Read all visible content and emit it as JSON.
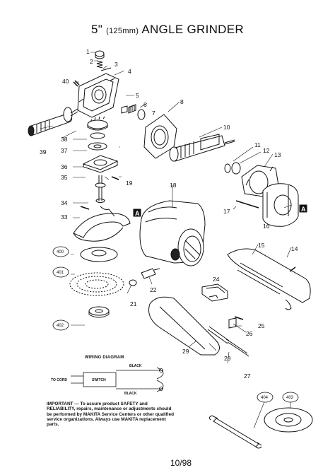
{
  "title": {
    "size": "5\"",
    "metric": "(125mm)",
    "name": "ANGLE GRINDER"
  },
  "callouts": [
    "1",
    "2",
    "3",
    "4",
    "5",
    "6",
    "7",
    "8",
    "10",
    "11",
    "12",
    "13",
    "14",
    "15",
    "16",
    "17",
    "18",
    "19",
    "21",
    "22",
    "24",
    "25",
    "26",
    "27",
    "28",
    "29",
    "33",
    "34",
    "35",
    "36",
    "37",
    "38",
    "39",
    "40"
  ],
  "circled_callouts": [
    "400",
    "401",
    "402",
    "403",
    "404"
  ],
  "section_markers": [
    "A",
    "A"
  ],
  "wiring": {
    "title": "WIRING DIAGRAM",
    "black_top": "BLACK",
    "black_bottom": "BLACK",
    "to_cord": "TO CORD",
    "switch": "SWITCH"
  },
  "notice": "IMPORTANT — To assure product SAFETY and RELIABILITY, repairs, maintenance or adjustments should be performed by MAKITA Service Centers or other qualified service organizations. Always use MAKITA replacement parts.",
  "page_ref": "10/98"
}
